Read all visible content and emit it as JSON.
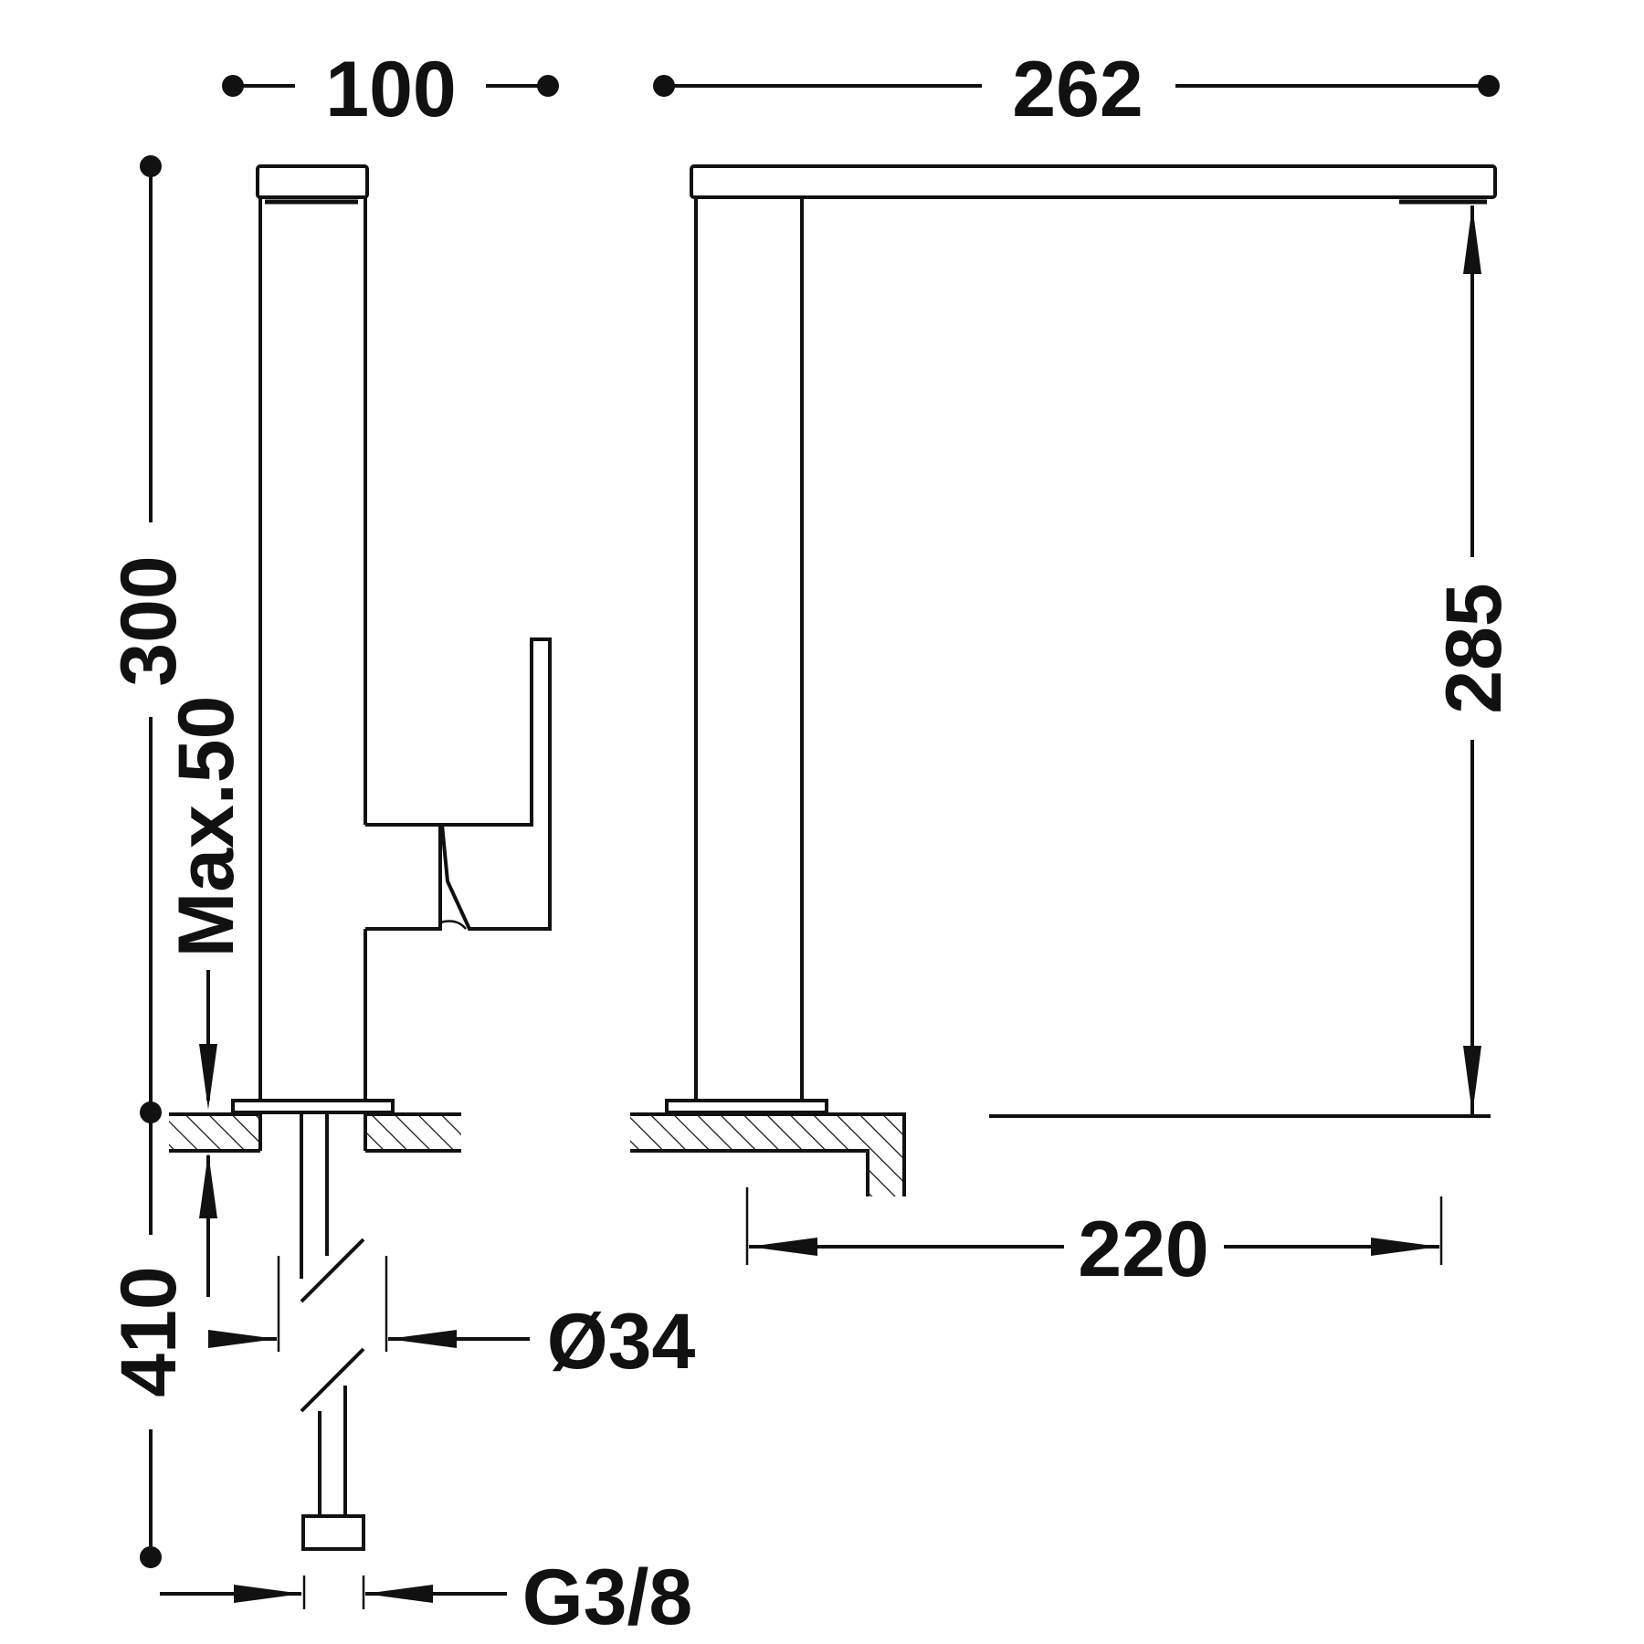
{
  "dimensions": {
    "top_width": "100",
    "spout_reach": "262",
    "total_height": "300",
    "max_thickness": "Max.50",
    "spout_height": "285",
    "base_reach": "220",
    "hose_length": "410",
    "hole_diameter": "Ø34",
    "connection_thread": "G3/8"
  },
  "colors": {
    "line": "#111111",
    "background": "#ffffff"
  }
}
